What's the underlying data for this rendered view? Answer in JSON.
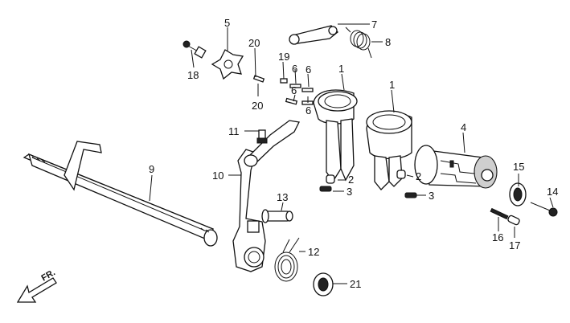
{
  "callouts": [
    {
      "id": "c1a",
      "label": "1"
    },
    {
      "id": "c1b",
      "label": "1"
    },
    {
      "id": "c2a",
      "label": "2"
    },
    {
      "id": "c2b",
      "label": "2"
    },
    {
      "id": "c3a",
      "label": "3"
    },
    {
      "id": "c3b",
      "label": "3"
    },
    {
      "id": "c4",
      "label": "4"
    },
    {
      "id": "c5",
      "label": "5"
    },
    {
      "id": "c6a",
      "label": "6"
    },
    {
      "id": "c6b",
      "label": "6"
    },
    {
      "id": "c6c",
      "label": "6"
    },
    {
      "id": "c6d",
      "label": "6"
    },
    {
      "id": "c7",
      "label": "7"
    },
    {
      "id": "c8",
      "label": "8"
    },
    {
      "id": "c9",
      "label": "9"
    },
    {
      "id": "c10",
      "label": "10"
    },
    {
      "id": "c11",
      "label": "11"
    },
    {
      "id": "c12",
      "label": "12"
    },
    {
      "id": "c13",
      "label": "13"
    },
    {
      "id": "c14",
      "label": "14"
    },
    {
      "id": "c15",
      "label": "15"
    },
    {
      "id": "c16",
      "label": "16"
    },
    {
      "id": "c17",
      "label": "17"
    },
    {
      "id": "c18",
      "label": "18"
    },
    {
      "id": "c19",
      "label": "19"
    },
    {
      "id": "c20a",
      "label": "20"
    },
    {
      "id": "c20b",
      "label": "20"
    },
    {
      "id": "c21",
      "label": "21"
    }
  ],
  "direction_label": "FR."
}
